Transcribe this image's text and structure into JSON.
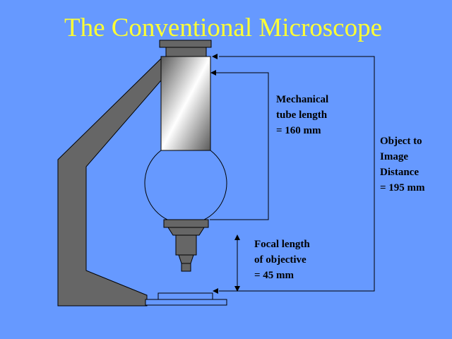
{
  "title": "The Conventional Microscope",
  "labels": {
    "tube_length": [
      "Mechanical",
      "tube length",
      "= 160 mm"
    ],
    "object_image_distance": [
      "Object to",
      "Image",
      "Distance",
      "= 195 mm"
    ],
    "focal_length": [
      "Focal length",
      "of objective",
      "= 45 mm"
    ]
  },
  "colors": {
    "background": "#6699ff",
    "title": "#ffff33",
    "body": "#666666",
    "bulb": "#6699ff",
    "stage": "#6699ff"
  }
}
